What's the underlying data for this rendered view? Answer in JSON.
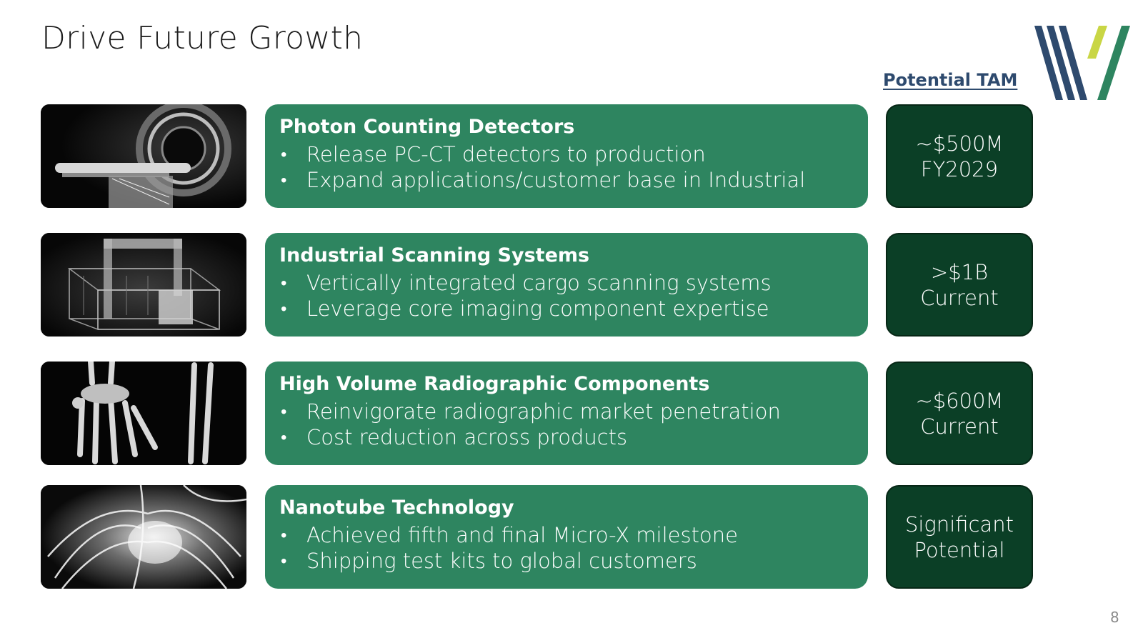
{
  "slide": {
    "title": "Drive Future Growth",
    "tam_header": "Potential TAM",
    "page_number": "8"
  },
  "colors": {
    "card_green": "#2e8560",
    "tam_dark_green": "#0b3f26",
    "logo_navy": "#2e4a6e",
    "logo_lime": "#c9d645",
    "logo_green": "#2e8560"
  },
  "rows": [
    {
      "image_icon": "ct-scanner-xray-image",
      "title": "Photon Counting Detectors",
      "bullets": [
        "Release PC-CT detectors to production",
        "Expand applications/customer base in Industrial"
      ],
      "tam_value": "~$500M",
      "tam_period": "FY2029"
    },
    {
      "image_icon": "cargo-scanner-xray-image",
      "title": "Industrial Scanning Systems",
      "bullets": [
        "Vertically integrated cargo scanning systems",
        "Leverage core imaging component expertise"
      ],
      "tam_value": ">$1B",
      "tam_period": "Current"
    },
    {
      "image_icon": "hand-bones-xray-image",
      "title": "High Volume Radiographic Components",
      "bullets": [
        "Reinvigorate radiographic market penetration",
        "Cost reduction across products"
      ],
      "tam_value": "~$600M",
      "tam_period": "Current"
    },
    {
      "image_icon": "chest-heart-xray-image",
      "title": "Nanotube Technology",
      "bullets": [
        "Achieved fifth and final Micro-X milestone",
        "Shipping test kits to global customers"
      ],
      "tam_value": "Significant",
      "tam_period": "Potential"
    }
  ]
}
